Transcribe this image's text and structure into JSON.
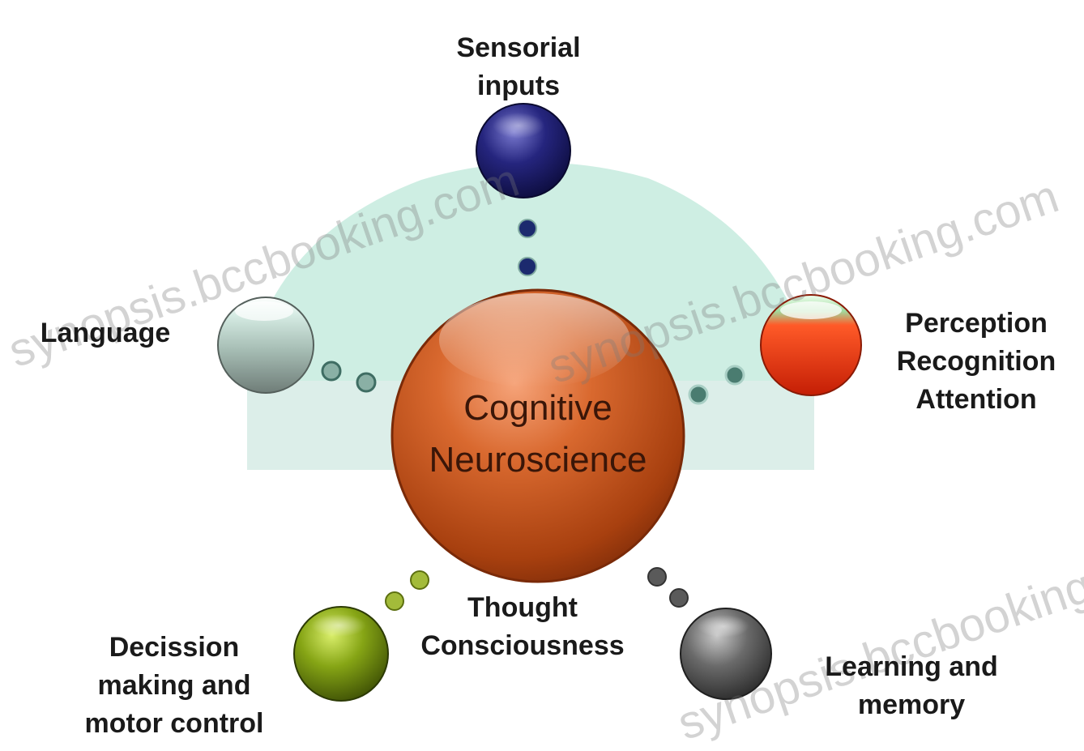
{
  "center": {
    "line1": "Cognitive",
    "line2": "Neuroscience"
  },
  "nodes": {
    "sensorial": {
      "line1": "Sensorial",
      "line2": "inputs"
    },
    "language": {
      "line1": "Language"
    },
    "perception": {
      "line1": "Perception",
      "line2": "Recognition",
      "line3": "Attention"
    },
    "thought": {
      "line1": "Thought",
      "line2": "Consciousness"
    },
    "decision": {
      "line1": "Decission",
      "line2": "making and",
      "line3": "motor control"
    },
    "learning": {
      "line1": "Learning and",
      "line2": "memory"
    }
  },
  "watermark": "synopsis.bccbooking.com",
  "colors": {
    "center": "#c8521e",
    "sensorial": "#1c1c6e",
    "language": "#a8c8bc",
    "perception": "#e83010",
    "decision": "#7a9a10",
    "learning": "#5a5a5a",
    "arc": "#c9ece0"
  }
}
